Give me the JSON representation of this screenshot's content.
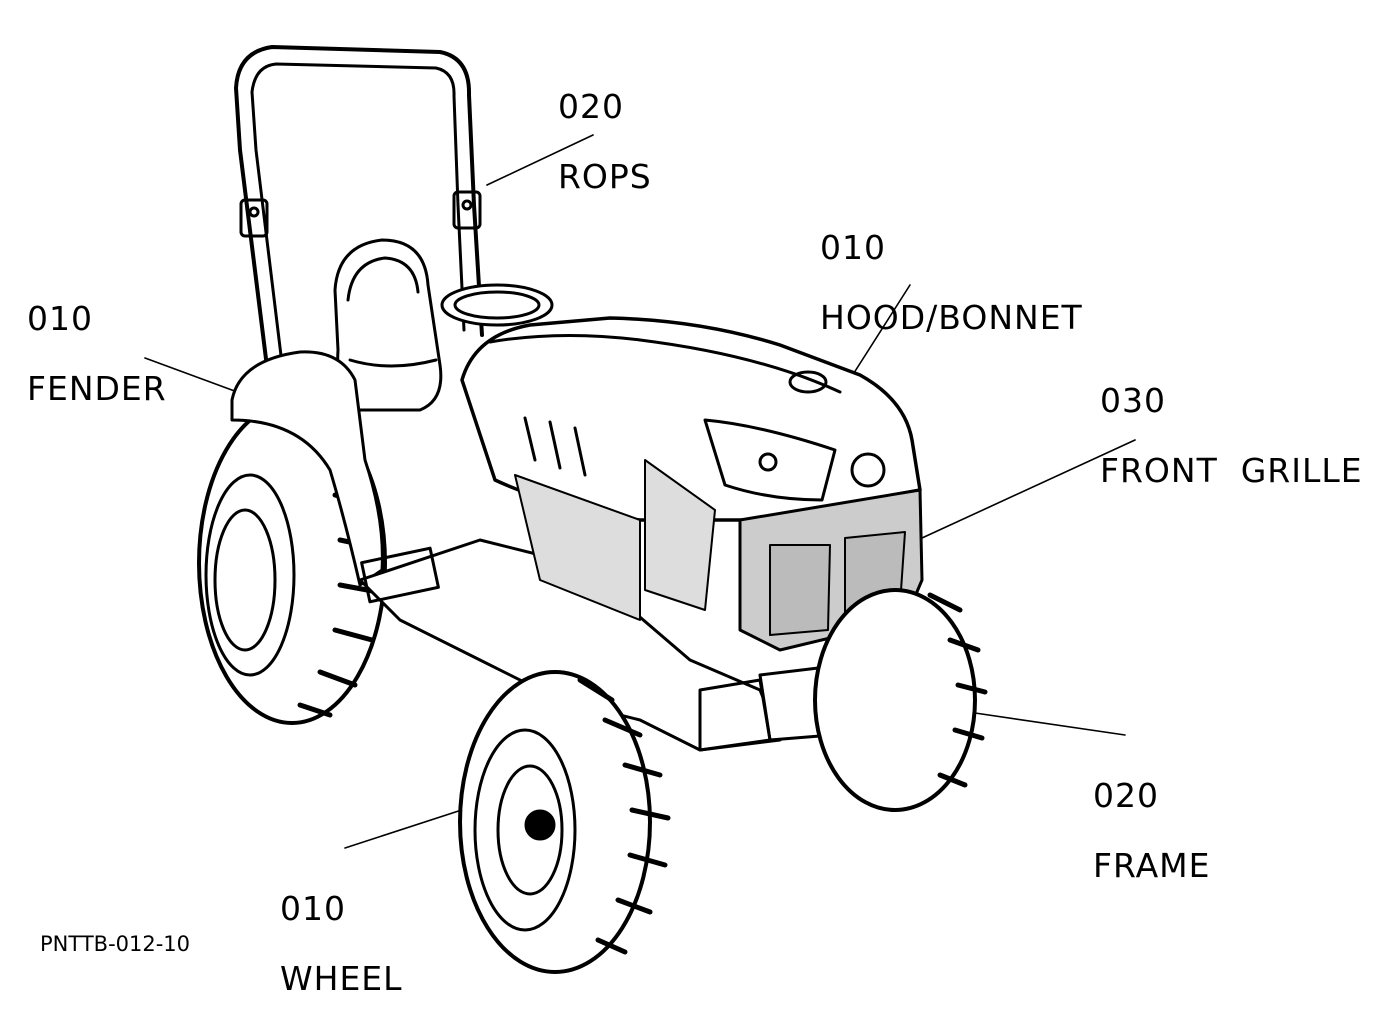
{
  "callouts": {
    "rops": {
      "code": "020",
      "name": "ROPS"
    },
    "hood": {
      "code": "010",
      "name": "HOOD/BONNET"
    },
    "fender": {
      "code": "010",
      "name": "FENDER"
    },
    "grille": {
      "code": "030",
      "name": "FRONT  GRILLE"
    },
    "frame": {
      "code": "020",
      "name": "FRAME"
    },
    "wheel": {
      "code": "010",
      "name": "WHEEL"
    }
  },
  "drawing_ref": "PNTTB-012-10"
}
